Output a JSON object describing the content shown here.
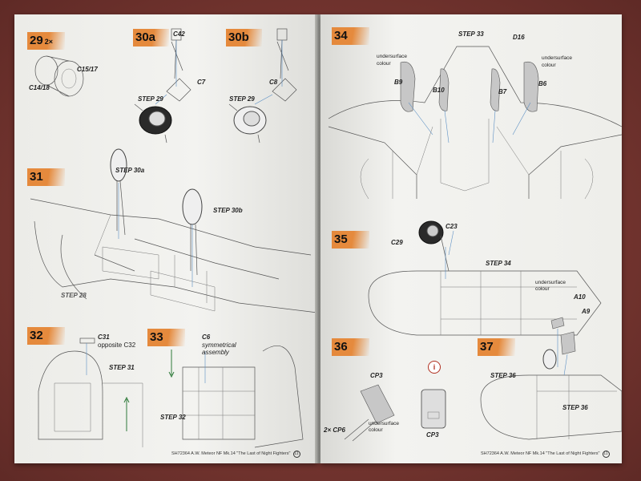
{
  "left_page": {
    "steps": [
      {
        "id": "29",
        "number": "29",
        "qty": "2×",
        "labels": [
          "C15/17",
          "C14/18"
        ]
      },
      {
        "id": "30a",
        "number": "30a",
        "labels": [
          "C42",
          "C7",
          "STEP 29"
        ]
      },
      {
        "id": "30b",
        "number": "30b",
        "labels": [
          "C8",
          "STEP 29"
        ]
      },
      {
        "id": "31",
        "number": "31",
        "labels": [
          "STEP 30a",
          "STEP 30b",
          "STEP 28"
        ]
      },
      {
        "id": "32",
        "number": "32",
        "labels": [
          "C31",
          "opposite C32",
          "STEP 31"
        ]
      },
      {
        "id": "33",
        "number": "33",
        "labels": [
          "C6",
          "symmetrical",
          "assembly",
          "STEP 32"
        ]
      }
    ],
    "footer": "SH72364  A.W. Meteor NF Mk.14 \"The Last of Night Fighters\"",
    "page_number": "11"
  },
  "right_page": {
    "steps": [
      {
        "id": "34",
        "number": "34",
        "labels": [
          "STEP 33",
          "D16",
          "undersurface colour",
          "undersurface colour",
          "B9",
          "B10",
          "B7",
          "B6"
        ]
      },
      {
        "id": "35",
        "number": "35",
        "labels": [
          "C23",
          "C29",
          "STEP 34"
        ]
      },
      {
        "id": "36",
        "number": "36",
        "labels": [
          "CP3",
          "undersurface",
          "colour",
          "2× CP6",
          "CP3"
        ]
      },
      {
        "id": "37",
        "number": "37",
        "labels": [
          "undersurface",
          "colour",
          "A10",
          "A9",
          "STEP 36",
          "STEP 36"
        ]
      }
    ],
    "info_icon": "i",
    "footer": "SH72364  A.W. Meteor NF Mk.14 \"The Last of Night Fighters\"",
    "page_number": "11"
  },
  "colors": {
    "step_badge": "#e58a3d",
    "page": "#f1f1ee",
    "table": "#7a3a34",
    "guide_lines": "#5b8fc4",
    "info_icon": "#b03020"
  }
}
